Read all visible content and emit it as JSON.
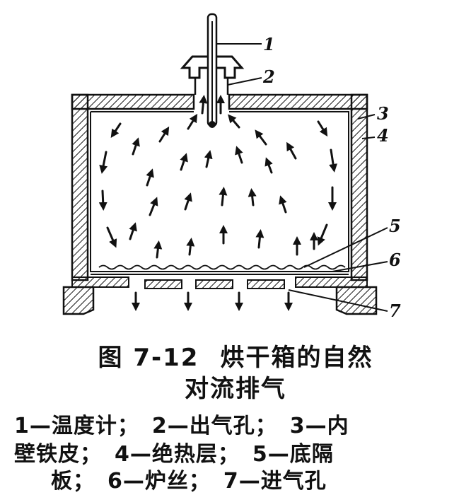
{
  "callouts": [
    "1",
    "2",
    "3",
    "4",
    "5",
    "6",
    "7"
  ],
  "caption": {
    "figure_no": "图 7-12",
    "title_line1": "烘干箱的自然",
    "title_line2": "对流排气"
  },
  "legend": [
    {
      "no": "1",
      "text": "1—温度计；"
    },
    {
      "no": "2",
      "text": "2—出气孔；"
    },
    {
      "no": "3",
      "text": "3—内"
    },
    {
      "no": "3b",
      "text": "壁铁皮；"
    },
    {
      "no": "4",
      "text": "4—绝热层；"
    },
    {
      "no": "5",
      "text": "5—底隔"
    },
    {
      "no": "5b",
      "text": "板；"
    },
    {
      "no": "6",
      "text": "6—炉丝；"
    },
    {
      "no": "7",
      "text": "7—进气孔"
    }
  ],
  "colors": {
    "ink": "#111111",
    "paper": "#ffffff"
  }
}
